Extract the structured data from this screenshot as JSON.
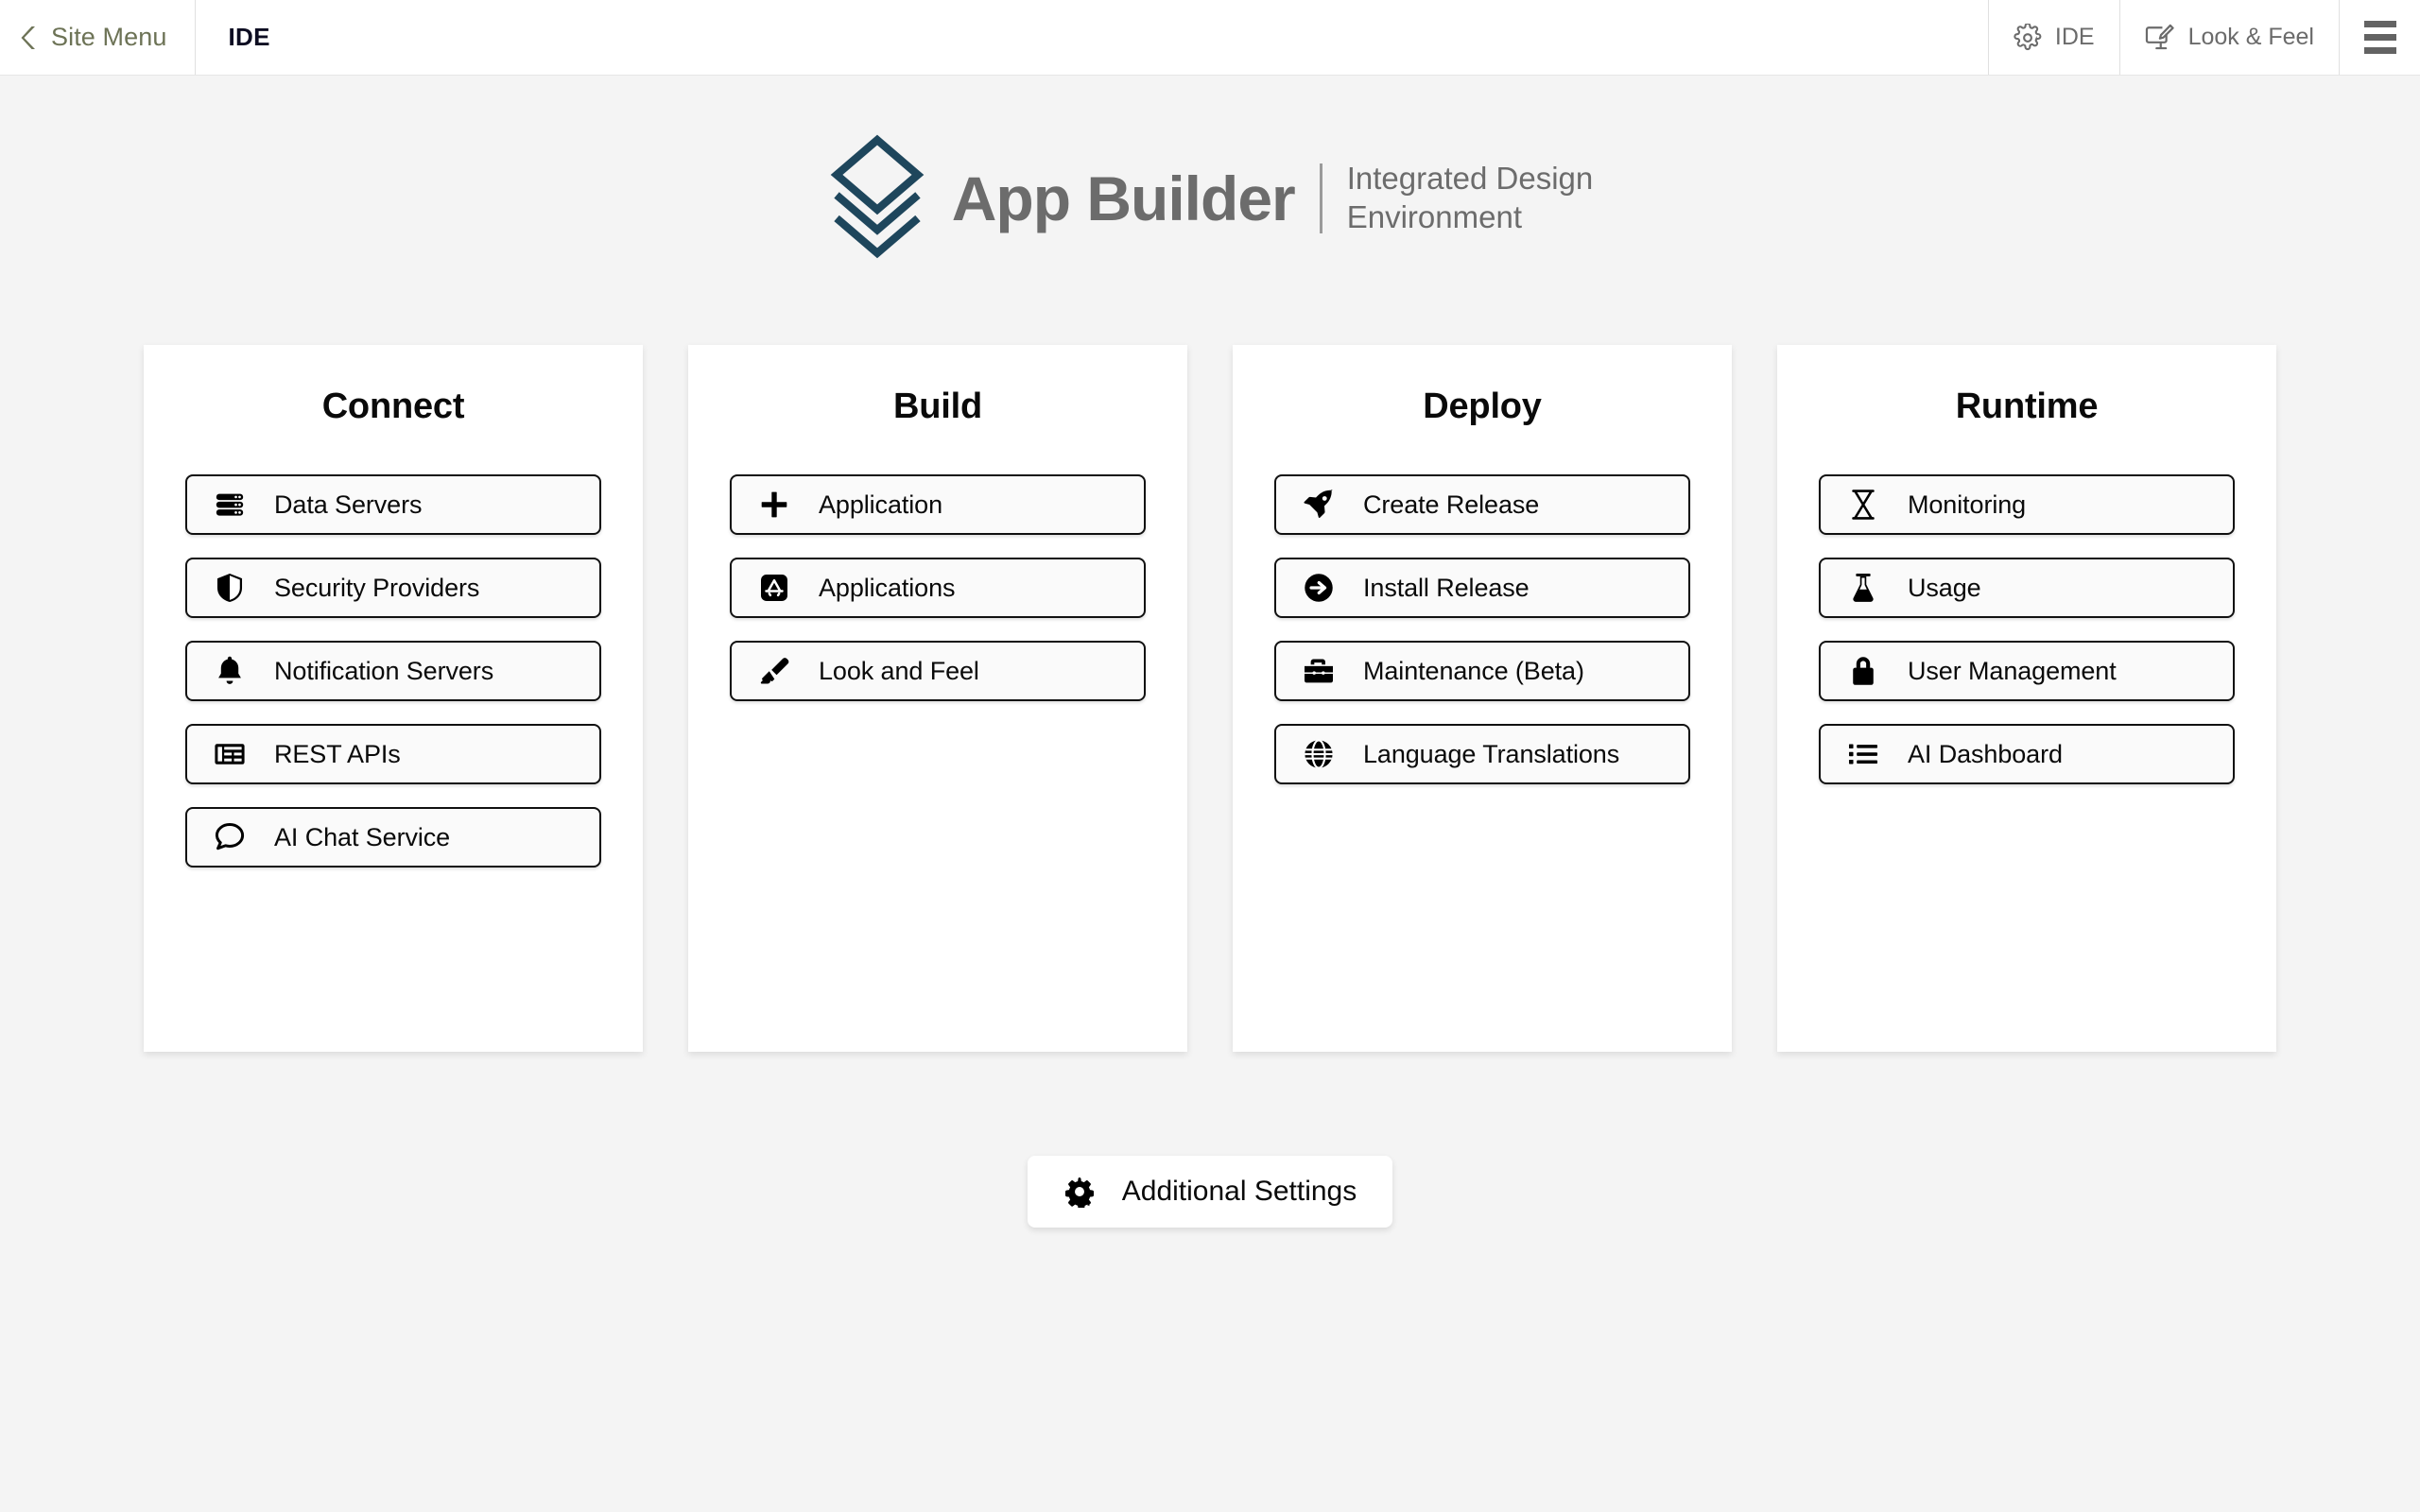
{
  "header": {
    "site_menu_label": "Site Menu",
    "back_icon": "chevron-left-icon",
    "app_title": "IDE",
    "actions": [
      {
        "label": "IDE",
        "icon": "gear-icon"
      },
      {
        "label": "Look & Feel",
        "icon": "monitor-pen-icon"
      }
    ],
    "menu_icon": "hamburger-menu-icon"
  },
  "brand": {
    "logo_icon": "stacked-layers-logo",
    "name": "App Builder",
    "tagline_line1": "Integrated Design",
    "tagline_line2": "Environment"
  },
  "cards": [
    {
      "title": "Connect",
      "items": [
        {
          "label": "Data Servers",
          "icon": "server-icon"
        },
        {
          "label": "Security Providers",
          "icon": "shield-icon"
        },
        {
          "label": "Notification Servers",
          "icon": "bell-icon"
        },
        {
          "label": "REST APIs",
          "icon": "table-icon"
        },
        {
          "label": "AI Chat Service",
          "icon": "chat-bubble-icon"
        }
      ]
    },
    {
      "title": "Build",
      "items": [
        {
          "label": "Application",
          "icon": "plus-icon"
        },
        {
          "label": "Applications",
          "icon": "app-store-icon"
        },
        {
          "label": "Look and Feel",
          "icon": "paintbrush-icon"
        }
      ]
    },
    {
      "title": "Deploy",
      "items": [
        {
          "label": "Create Release",
          "icon": "rocket-icon"
        },
        {
          "label": "Install Release",
          "icon": "arrow-right-circle-icon"
        },
        {
          "label": "Maintenance (Beta)",
          "icon": "toolbox-icon"
        },
        {
          "label": "Language Translations",
          "icon": "globe-icon"
        }
      ]
    },
    {
      "title": "Runtime",
      "items": [
        {
          "label": "Monitoring",
          "icon": "hourglass-icon"
        },
        {
          "label": "Usage",
          "icon": "flask-icon"
        },
        {
          "label": "User Management",
          "icon": "lock-icon"
        },
        {
          "label": "AI Dashboard",
          "icon": "list-icon"
        }
      ]
    }
  ],
  "footer": {
    "settings_label": "Additional Settings",
    "settings_icon": "gear-filled-icon"
  },
  "colors": {
    "page_background": "#f4f4f4",
    "card_background": "#ffffff",
    "site_menu_text": "#6d7356",
    "logo_mark": "#1e465c",
    "logo_text": "#6c6c6c",
    "header_action_text": "#6b6b6b",
    "button_border": "#111111",
    "button_background": "#fafafa"
  }
}
